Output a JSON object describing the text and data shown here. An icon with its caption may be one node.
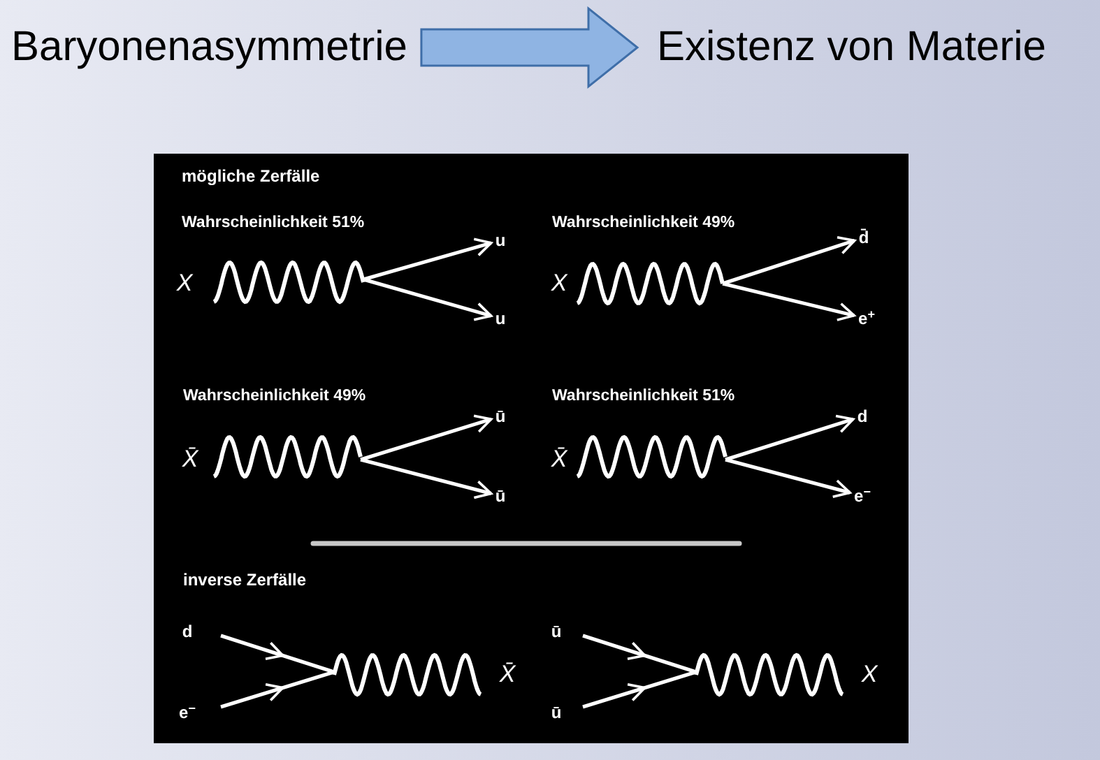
{
  "diagram": {
    "nodes": [
      {
        "text": [
          "Baryonenasymmetrie"
        ]
      },
      {
        "text": [
          "Existenz von Materie"
        ]
      },
      {
        "text": [
          "mögliche Zerfälle",
          "inverse Zerfälle"
        ]
      },
      {
        "text": [
          "u"
        ],
        "in": 2
      },
      {
        "text": [
          "d̄"
        ],
        "in": 2
      },
      {
        "text": [
          "u"
        ],
        "in": 2
      },
      {
        "text": [
          "e$^{+}$"
        ],
        "in": 2
      },
      {
        "text": [
          "ū"
        ],
        "in": 2
      },
      {
        "text": [
          "d"
        ],
        "in": 2
      },
      {
        "text": [
          "ū"
        ],
        "in": 2
      },
      {
        "text": [
          "e$^{−}$"
        ],
        "in": 2
      }
    ],
    "edges": [
      {
        "from": 0,
        "to": 1,
        "arrow": "to",
        "style": "thick"
      },
      {
        "from": null,
        "to": 3,
        "arrow": "to"
      },
      {
        "from": null,
        "to": 5,
        "arrow": "to"
      },
      {
        "from": null,
        "to": 4,
        "arrow": "to"
      },
      {
        "from": null,
        "to": 6,
        "arrow": "to"
      },
      {
        "from": null,
        "to": 7,
        "arrow": "to"
      },
      {
        "from": null,
        "to": 9,
        "arrow": "to"
      },
      {
        "from": null,
        "to": 8,
        "arrow": "to"
      },
      {
        "from": null,
        "to": 10,
        "arrow": "to"
      }
    ],
    "labels": [
      "Wahrscheinlichkeit 51%",
      "Wahrscheinlichkeit 49%",
      "X",
      "X",
      "Wahrscheinlichkeit 49%",
      "Wahrscheinlichkeit 51%",
      "X̄",
      "X̄",
      "d",
      "ū",
      "X̄",
      "X",
      "e$^{−}$",
      "ū"
    ]
  }
}
